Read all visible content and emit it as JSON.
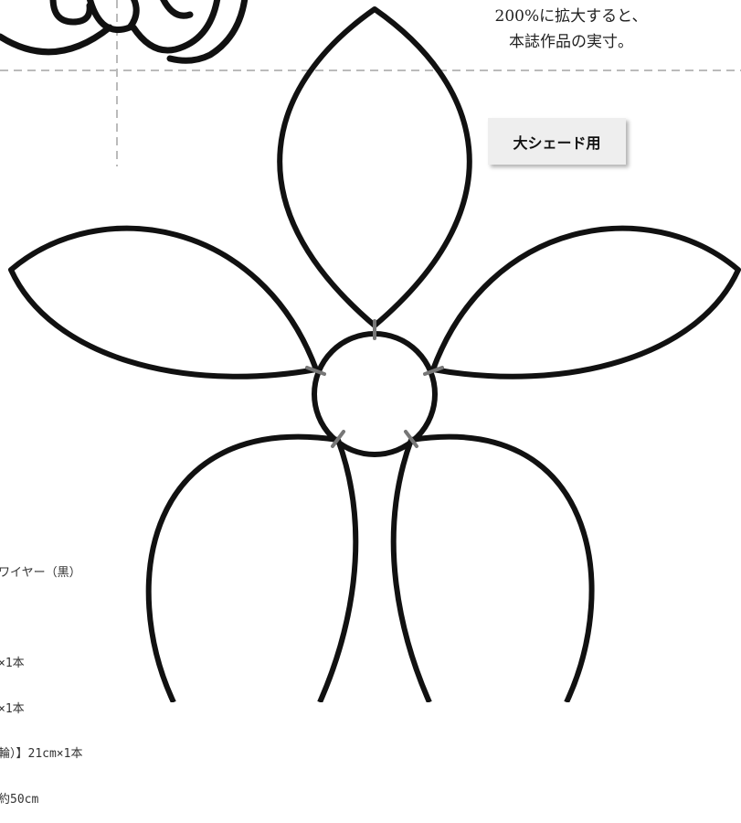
{
  "scale_note": {
    "line1": "200%に拡大すると、",
    "line2": "本誌作品の実寸。"
  },
  "shade_label": "大シェード用",
  "materials": [
    "ワイヤー（黒）",
    "",
    "×1本",
    "×1本",
    "輪）】21cm×1本",
    "約50cm"
  ],
  "colors": {
    "line": "#111111",
    "joint": "#777777",
    "dash": "#bbbbbb",
    "label_bg": "#eeeeee",
    "text": "#333333"
  }
}
